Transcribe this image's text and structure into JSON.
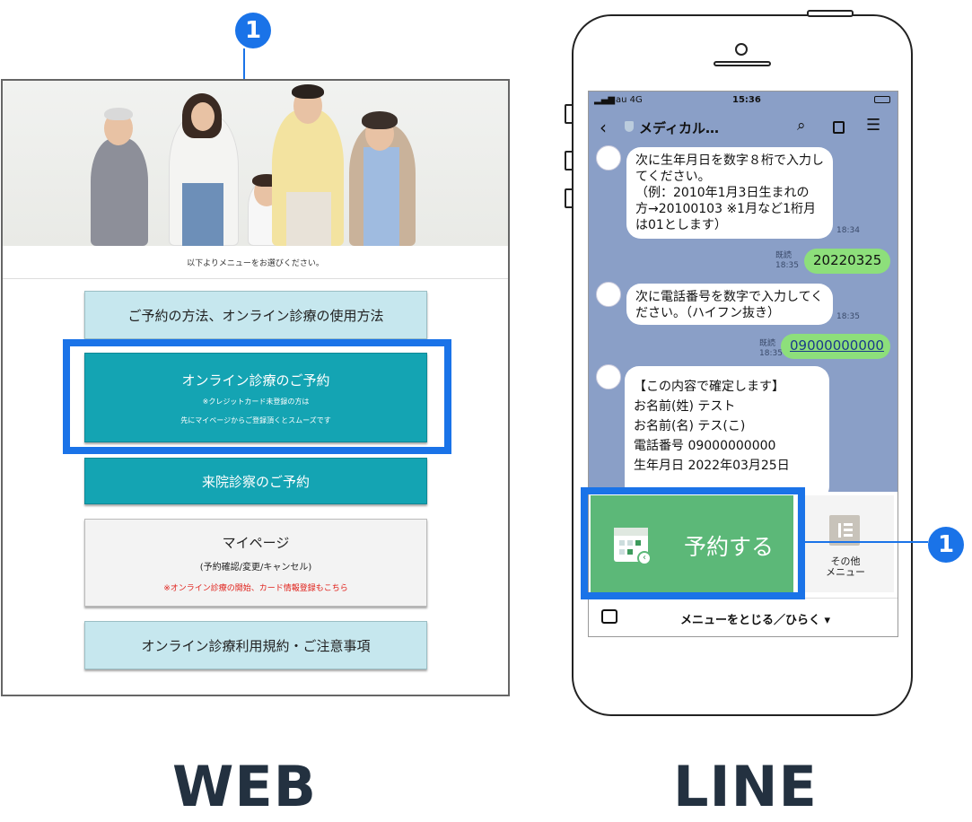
{
  "web": {
    "caption": "以下よりメニューをお選びください。",
    "buttons": [
      {
        "label": "ご予約の方法、オンライン診療の使用方法"
      },
      {
        "label": "オンライン診療のご予約",
        "note1": "※クレジットカード未登録の方は",
        "note2": "先にマイページからご登録頂くとスムーズです"
      },
      {
        "label": "来院診察のご予約"
      },
      {
        "label": "マイページ",
        "sub": "(予約確認/変更/キャンセル)",
        "warn": "※オンライン診療の開始、カード情報登録もこちら"
      },
      {
        "label": "オンライン診療利用規約・ご注意事項"
      }
    ],
    "footer_label": "WEB"
  },
  "line": {
    "status": {
      "carrier": "au 4G",
      "time": "15:36"
    },
    "chat_title": "メディカル…",
    "messages": [
      {
        "from": "bot",
        "lines": [
          "次に生年月日を数字８桁で入力し",
          "てください。",
          "（例：2010年1月3日生まれの",
          "方→20100103 ※1月など1桁月",
          "は01とします）"
        ],
        "time": "18:34"
      },
      {
        "from": "user",
        "text": "20220325",
        "read": "既読",
        "time": "18:35"
      },
      {
        "from": "bot",
        "lines": [
          "次に電話番号を数字で入力してく",
          "ださい。（ハイフン抜き）"
        ],
        "time": "18:35"
      },
      {
        "from": "user",
        "text": "09000000000",
        "read": "既読",
        "time": "18:35"
      },
      {
        "from": "bot",
        "lines": [
          "【この内容で確定します】",
          "お名前(姓) テスト",
          "お名前(名) テス(こ)",
          "電話番号 09000000000",
          "生年月日 2022年03月25日"
        ]
      }
    ],
    "rich_menu": {
      "reserve_label": "予約する",
      "other_label_1": "その他",
      "other_label_2": "メニュー"
    },
    "footer_toggle": "メニューをとじる／ひらく ▾",
    "footer_label": "LINE"
  },
  "badge_number": "1",
  "colors": {
    "accent_blue": "#1a73e8",
    "teal": "#14a4b3",
    "light_blue": "#c6e7ee",
    "line_green": "#5cb878",
    "chat_bg": "#8a9fc7"
  }
}
